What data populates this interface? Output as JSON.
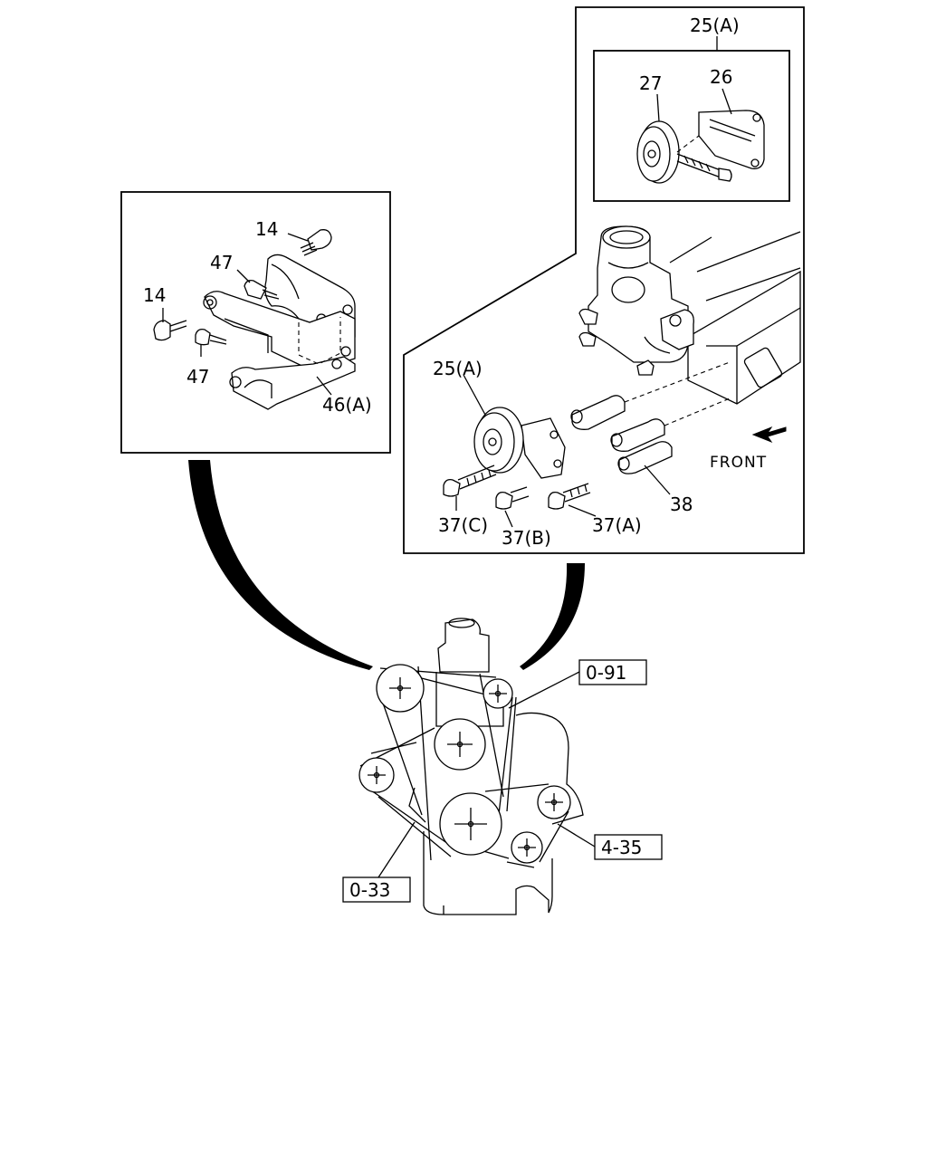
{
  "labels": {
    "ref_25a_top": "25(A)",
    "ref_27": "27",
    "ref_26": "26",
    "ref_14_top": "14",
    "ref_47_top": "47",
    "ref_14_left": "14",
    "ref_47_bottom": "47",
    "ref_46a": "46(A)",
    "ref_25a_main": "25(A)",
    "ref_38": "38",
    "ref_37c": "37(C)",
    "ref_37b": "37(B)",
    "ref_37a": "37(A)",
    "front": "FRONT",
    "box_0_91": "0-91",
    "box_4_35": "4-35",
    "box_0_33": "0-33"
  }
}
